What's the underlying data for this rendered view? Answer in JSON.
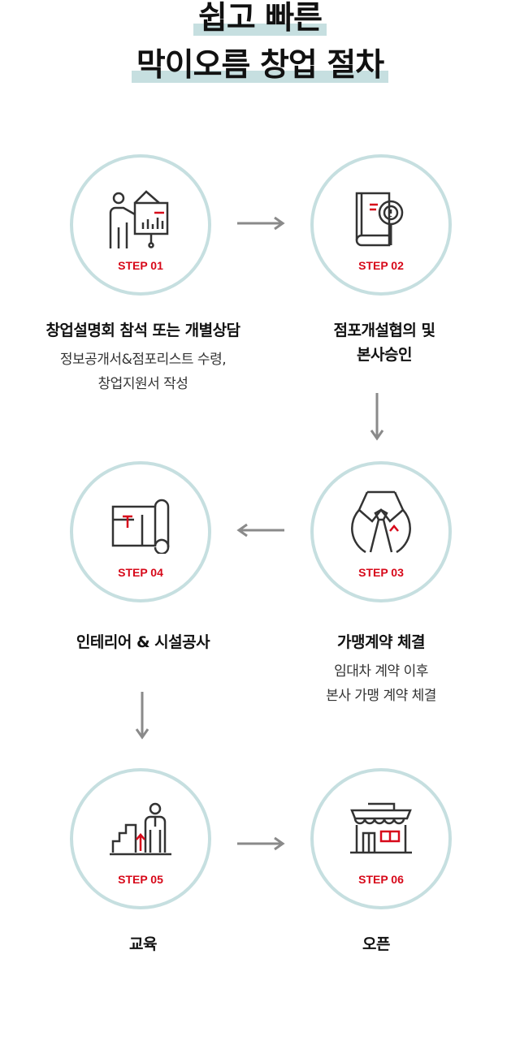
{
  "title": {
    "line1": "쉽고 빠른",
    "line2": "막이오름 창업 절차"
  },
  "colors": {
    "accent": "#d7091a",
    "circle_border": "#c6dfe0",
    "arrow": "#8a8a8a",
    "icon": "#333333"
  },
  "steps": [
    {
      "step": "STEP 01",
      "icon": "presentation-icon",
      "title": "창업설명회 참석 또는 개별상담",
      "desc1": "정보공개서&점포리스트 수령,",
      "desc2": "창업지원서 작성"
    },
    {
      "step": "STEP 02",
      "icon": "book-magnifier-icon",
      "title": "점포개설협의 및",
      "title2": "본사승인"
    },
    {
      "step": "STEP 03",
      "icon": "suit-tie-icon",
      "title": "가맹계약 체결",
      "desc1": "임대차 계약 이후",
      "desc2": "본사 가맹 계약 체결"
    },
    {
      "step": "STEP 04",
      "icon": "blueprint-icon",
      "title": "인테리어 & 시설공사"
    },
    {
      "step": "STEP 05",
      "icon": "growth-person-icon",
      "title": "교육"
    },
    {
      "step": "STEP 06",
      "icon": "store-icon",
      "title": "오픈"
    }
  ]
}
